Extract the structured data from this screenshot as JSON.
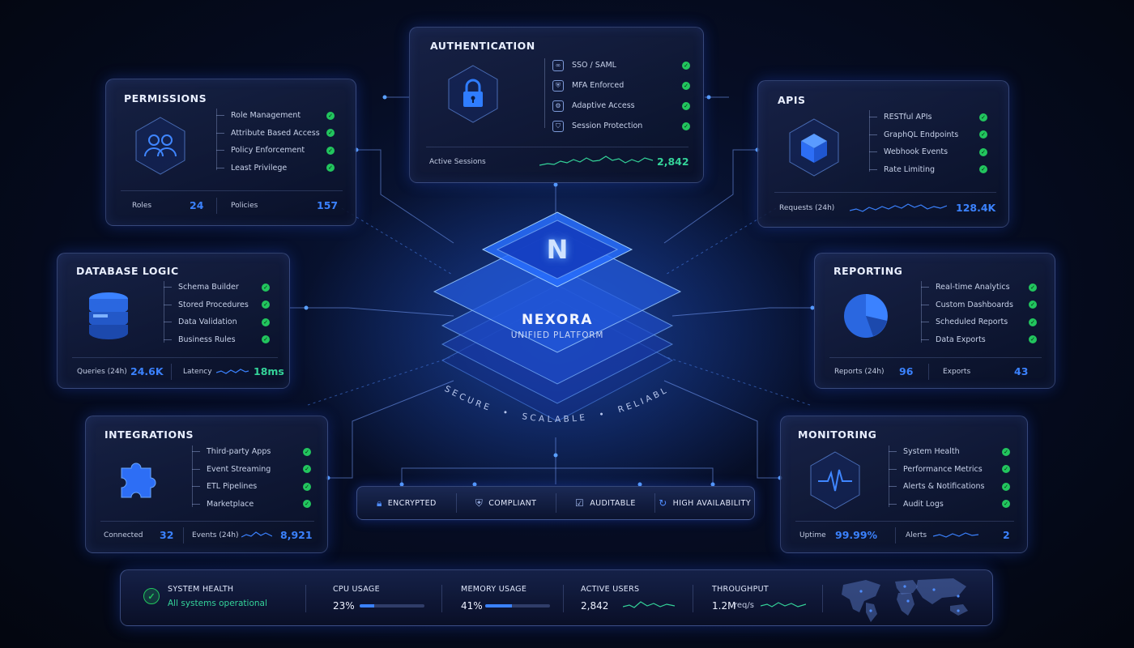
{
  "brand": {
    "logo_letter": "N",
    "title": "NEXORA",
    "subtitle": "UNIFIED PLATFORM",
    "ring": [
      "SECURE",
      "•",
      "SCALABLE",
      "•",
      "RELIABLE"
    ]
  },
  "colors": {
    "accent": "#3b82ff",
    "success": "#22c55e",
    "spark": "#34d399"
  },
  "panels": {
    "authentication": {
      "title": "AUTHENTICATION",
      "icon": "lock-icon",
      "items": [
        {
          "label": "SSO / SAML",
          "icon": "link-icon"
        },
        {
          "label": "MFA Enforced",
          "icon": "shield-key-icon"
        },
        {
          "label": "Adaptive Access",
          "icon": "gear-shield-icon"
        },
        {
          "label": "Session Protection",
          "icon": "shield-icon"
        }
      ],
      "stat_label": "Active Sessions",
      "stat_value": "2,842"
    },
    "permissions": {
      "title": "PERMISSIONS",
      "icon": "users-icon",
      "items": [
        "Role Management",
        "Attribute Based Access",
        "Policy Enforcement",
        "Least Privilege"
      ],
      "stats": [
        {
          "label": "Roles",
          "value": "24"
        },
        {
          "label": "Policies",
          "value": "157"
        }
      ]
    },
    "apis": {
      "title": "APIS",
      "icon": "cube-icon",
      "items": [
        "RESTful APIs",
        "GraphQL Endpoints",
        "Webhook Events",
        "Rate Limiting"
      ],
      "stat_label": "Requests (24h)",
      "stat_value": "128.4K"
    },
    "database": {
      "title": "DATABASE LOGIC",
      "icon": "database-icon",
      "items": [
        "Schema Builder",
        "Stored Procedures",
        "Data Validation",
        "Business Rules"
      ],
      "stats": [
        {
          "label": "Queries (24h)",
          "value": "24.6K"
        },
        {
          "label": "Latency",
          "value": "18ms"
        }
      ]
    },
    "reporting": {
      "title": "REPORTING",
      "icon": "pie-chart-icon",
      "items": [
        "Real-time Analytics",
        "Custom Dashboards",
        "Scheduled Reports",
        "Data Exports"
      ],
      "stats": [
        {
          "label": "Reports (24h)",
          "value": "96"
        },
        {
          "label": "Exports",
          "value": "43"
        }
      ]
    },
    "integrations": {
      "title": "INTEGRATIONS",
      "icon": "puzzle-icon",
      "items": [
        "Third-party Apps",
        "Event Streaming",
        "ETL Pipelines",
        "Marketplace"
      ],
      "stats": [
        {
          "label": "Connected",
          "value": "32"
        },
        {
          "label": "Events (24h)",
          "value": "8,921"
        }
      ]
    },
    "monitoring": {
      "title": "MONITORING",
      "icon": "pulse-icon",
      "items": [
        "System Health",
        "Performance Metrics",
        "Alerts & Notifications",
        "Audit Logs"
      ],
      "stats": [
        {
          "label": "Uptime",
          "value": "99.99%"
        },
        {
          "label": "Alerts",
          "value": "2"
        }
      ]
    }
  },
  "badges": [
    {
      "label": "ENCRYPTED",
      "icon": "lock-icon"
    },
    {
      "label": "COMPLIANT",
      "icon": "shield-check-icon"
    },
    {
      "label": "AUDITABLE",
      "icon": "clipboard-check-icon"
    },
    {
      "label": "HIGH AVAILABILITY",
      "icon": "refresh-icon"
    }
  ],
  "status": {
    "health_label": "SYSTEM HEALTH",
    "health_text": "All systems operational",
    "cpu_label": "CPU USAGE",
    "cpu_value": "23%",
    "cpu_fraction": 0.23,
    "memory_label": "MEMORY USAGE",
    "memory_value": "41%",
    "memory_fraction": 0.41,
    "users_label": "ACTIVE USERS",
    "users_value": "2,842",
    "throughput_label": "THROUGHPUT",
    "throughput_value": "1.2M",
    "throughput_unit": "req/s"
  }
}
